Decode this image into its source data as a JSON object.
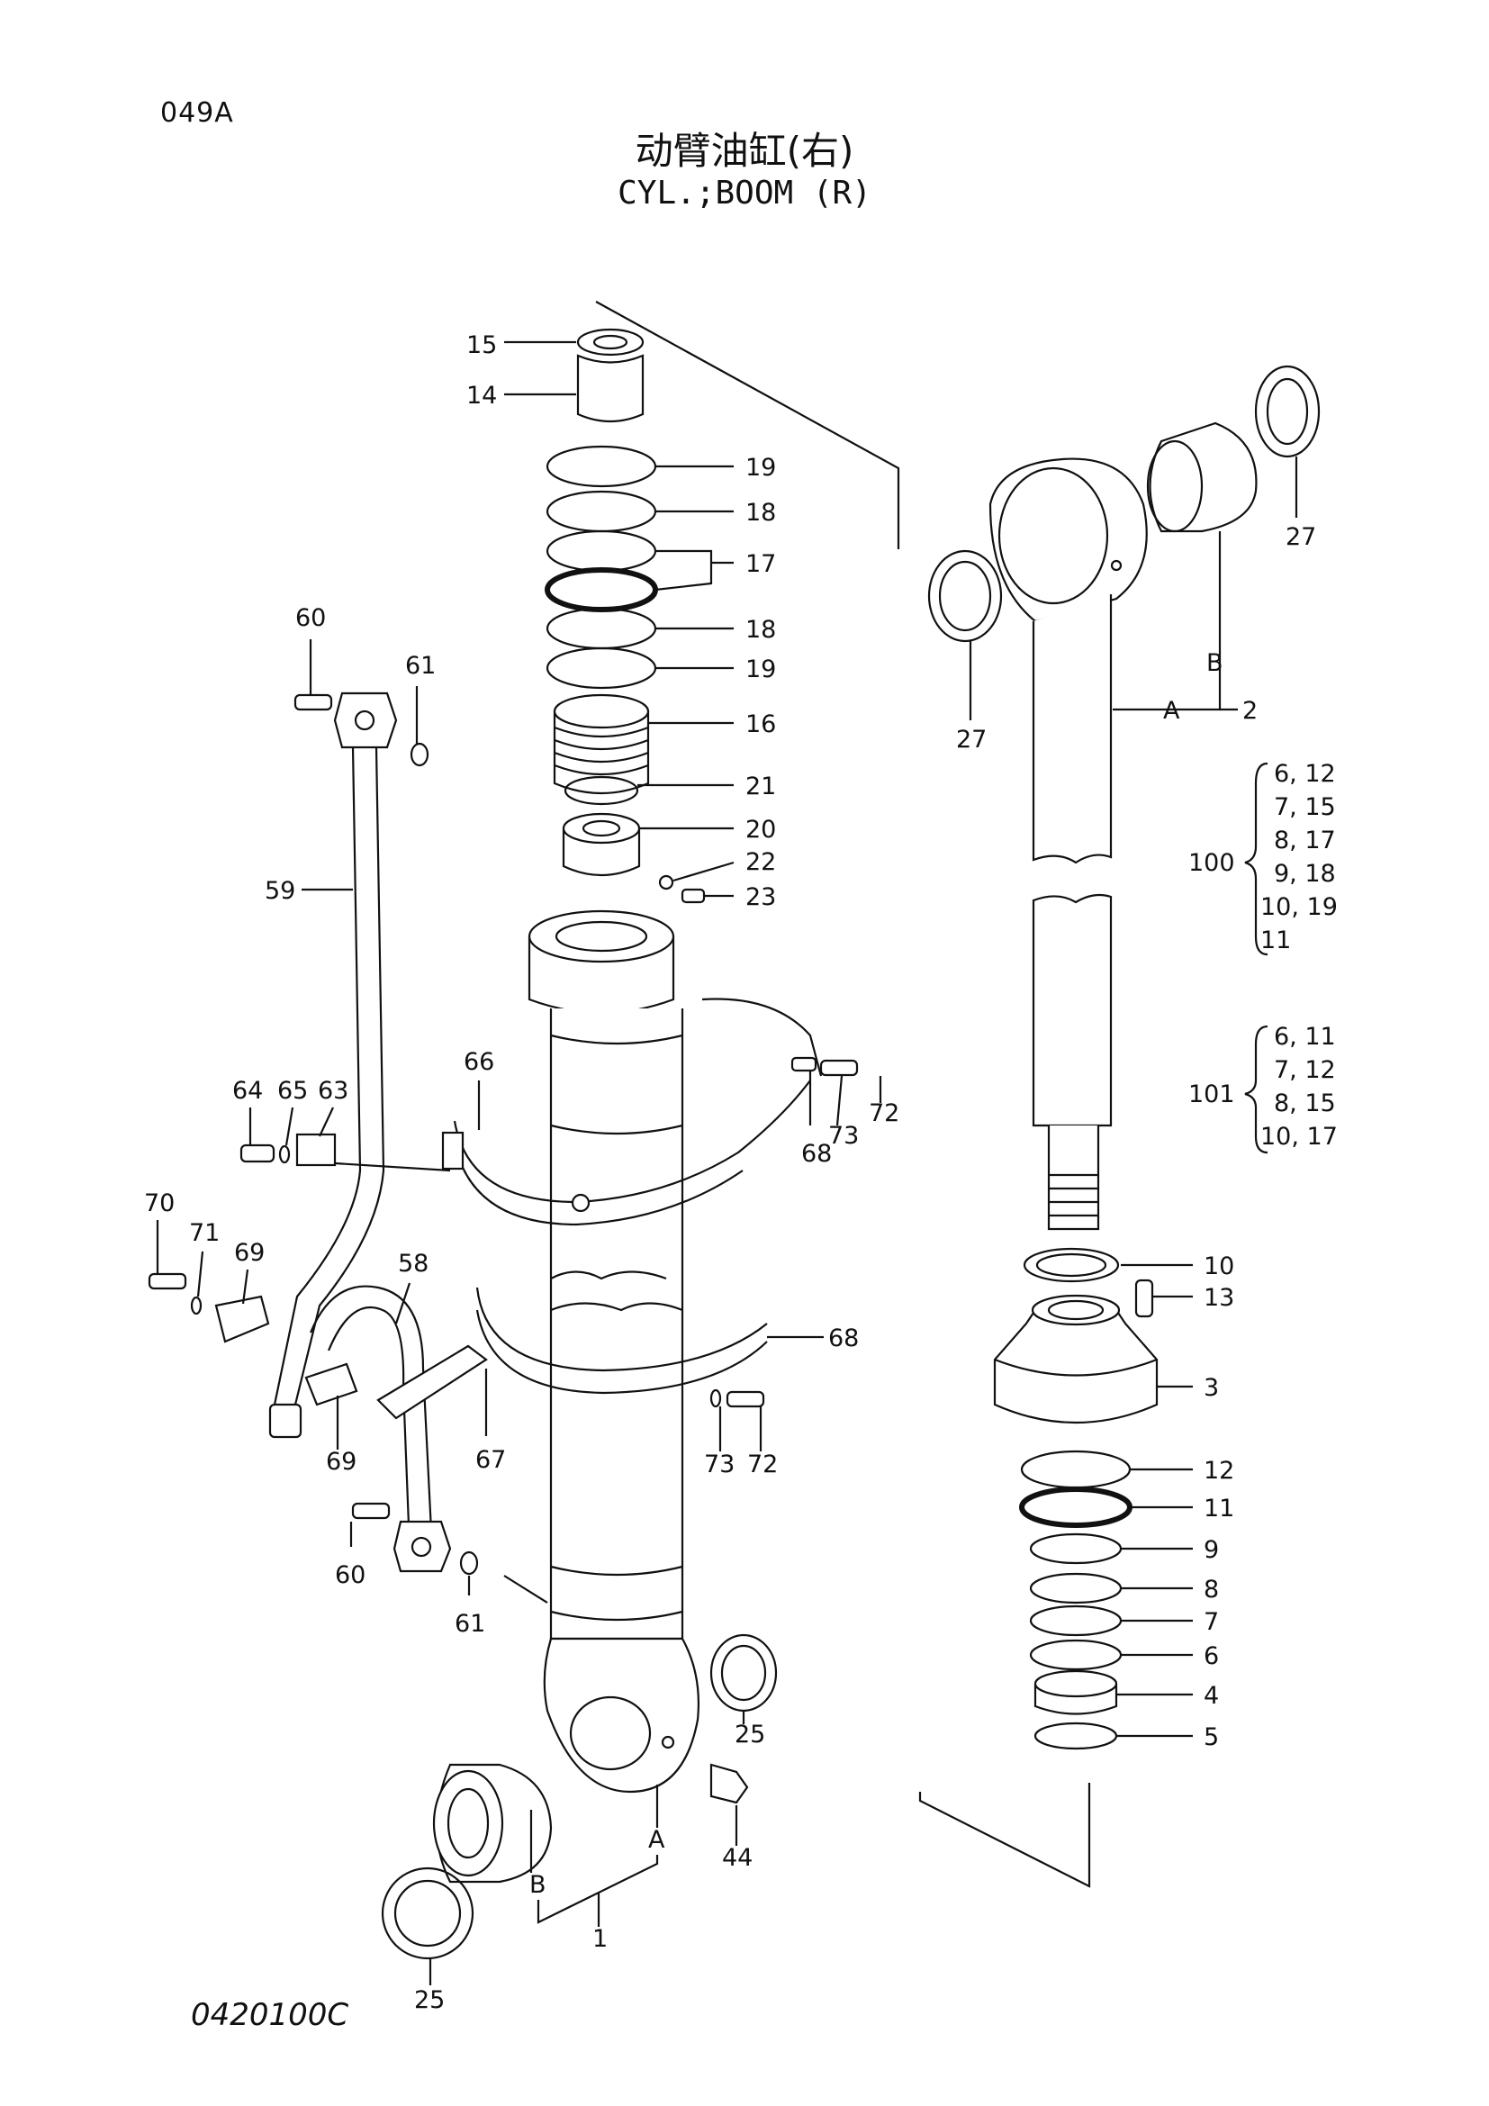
{
  "header": {
    "page_code": "049A",
    "title_cn": "动臂油缸(右)",
    "title_en": "CYL.;BOOM (R)"
  },
  "footer": {
    "drawing_number": "0420100C"
  },
  "labels": {
    "l1": "1",
    "l2": "2",
    "l3": "3",
    "l4": "4",
    "l5": "5",
    "l6": "6",
    "l7": "7",
    "l8": "8",
    "l9": "9",
    "l10": "10",
    "l11": "11",
    "l12": "12",
    "l13": "13",
    "l14": "14",
    "l15": "15",
    "l16": "16",
    "l17": "17",
    "l18": "18",
    "l19": "19",
    "l20": "20",
    "l21": "21",
    "l22": "22",
    "l23": "23",
    "l25": "25",
    "l27": "27",
    "l44": "44",
    "l58": "58",
    "l59": "59",
    "l60": "60",
    "l61": "61",
    "l63": "63",
    "l64": "64",
    "l65": "65",
    "l66": "66",
    "l67": "67",
    "l68": "68",
    "l69": "69",
    "l70": "70",
    "l71": "71",
    "l72": "72",
    "l73": "73",
    "lA": "A",
    "lB": "B"
  },
  "kits": {
    "k100": {
      "id": "100",
      "items": [
        "6, 12",
        "7, 15",
        "8, 17",
        "9, 18",
        "10, 19",
        "11"
      ]
    },
    "k101": {
      "id": "101",
      "items": [
        "6, 11",
        "7, 12",
        "8, 15",
        "10, 17"
      ]
    }
  }
}
